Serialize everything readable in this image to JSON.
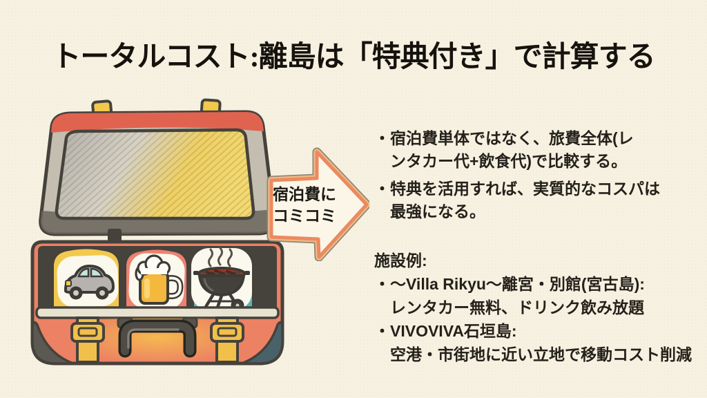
{
  "title": "トータルコスト:離島は「特典付き」で計算する",
  "arrow": {
    "line1": "宿泊費に",
    "line2": "コミコミ"
  },
  "bullets": [
    {
      "line1": "・宿泊費単体ではなく、旅費全体(レ",
      "line2": "ンタカー代+飲食代)で比較する。"
    },
    {
      "line1": "・特典を活用すれば、実質的なコスパは",
      "line2": "最強になる。"
    }
  ],
  "facilities": {
    "header": "施設例:",
    "items": [
      {
        "line1": "・〜Villa Rikyu〜離宮・別館(宮古島):",
        "line2": "レンタカー無料、ドリンク飲み放題"
      },
      {
        "line1": "・VIVOVIVA石垣島:",
        "line2": "空港・市街地に近い立地で移動コスト削減"
      }
    ]
  },
  "illustration": {
    "description": "hand-drawn open suitcase packed with three bundles: rental car, beer mug, bbq grill",
    "icons": [
      "car-icon",
      "beer-mug-icon",
      "bbq-grill-icon",
      "steam-icon"
    ],
    "colors": {
      "background": "#f6f1e1",
      "text": "#24211b",
      "suitcase_red": "#ec8164",
      "suitcase_yellow": "#f2c94f",
      "bundle_red": "#ee8170",
      "bundle_teal": "#58b4b4",
      "arrow_orange_outer": "#f2b982",
      "arrow_orange_inner": "#ea8a61",
      "arrow_fill": "#fbf6e8",
      "outline": "#45423c"
    }
  }
}
